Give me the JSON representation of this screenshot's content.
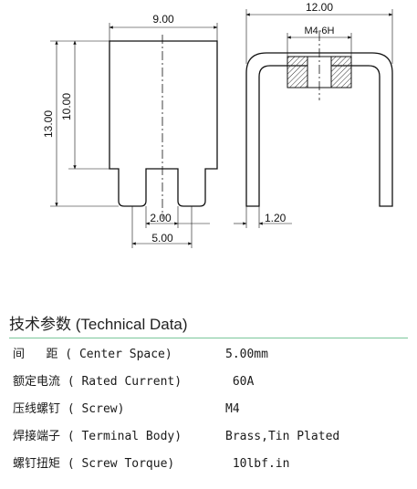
{
  "drawing": {
    "front_view": {
      "width_dim": "9.00",
      "height_total_dim": "13.00",
      "height_body_dim": "10.00",
      "slot_dim": "2.00",
      "pitch_dim": "5.00"
    },
    "side_view": {
      "width_dim": "12.00",
      "thread_label": "M4-6H",
      "thickness_dim": "1.20"
    }
  },
  "specs": {
    "title": "技术参数 (Technical Data)",
    "rows": [
      {
        "label": "间   距 ( Center Space)",
        "value": "5.00mm"
      },
      {
        "label": "额定电流 ( Rated Current)",
        "value": " 60A"
      },
      {
        "label": "压线螺钉 ( Screw)",
        "value": "M4"
      },
      {
        "label": "焊接端子 ( Terminal Body)",
        "value": "Brass,Tin Plated"
      },
      {
        "label": "螺钉扭矩 ( Screw Torque)",
        "value": " 10lbf.in"
      }
    ]
  }
}
